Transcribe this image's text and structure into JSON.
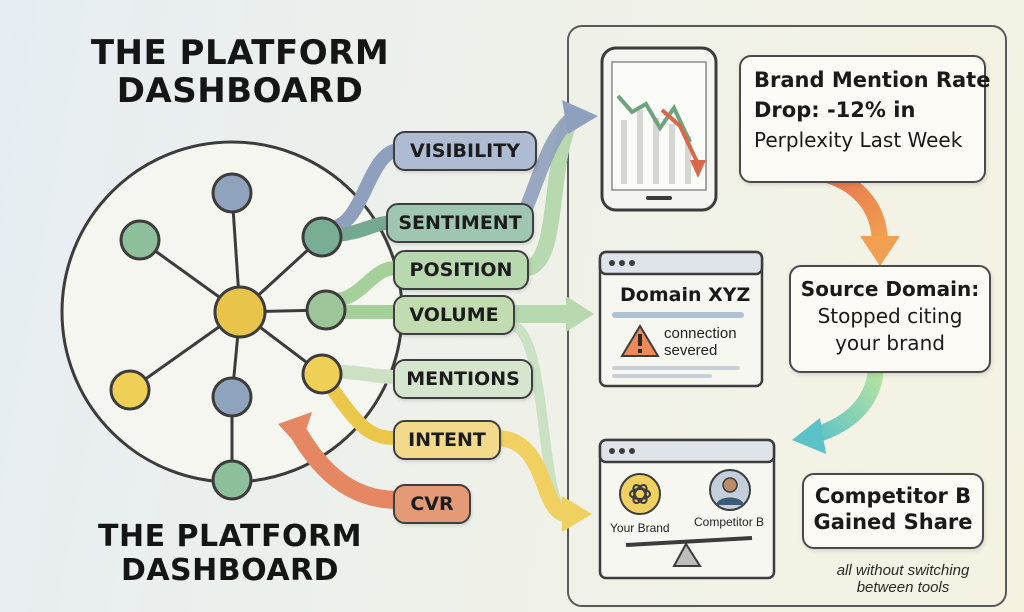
{
  "title_top": "THE PLATFORM DASHBOARD",
  "title_bottom": "THE PLATFORM DASHBOARD",
  "metrics": [
    {
      "label": "VISIBILITY",
      "color": "#aebcd3"
    },
    {
      "label": "SENTIMENT",
      "color": "#9fc6b0"
    },
    {
      "label": "POSITION",
      "color": "#b8d8b0"
    },
    {
      "label": "VOLUME",
      "color": "#c0dcb0"
    },
    {
      "label": "MENTIONS",
      "color": "#d6e6ce"
    },
    {
      "label": "INTENT",
      "color": "#f3d98a"
    },
    {
      "label": "CVR",
      "color": "#e49a76"
    }
  ],
  "alert": {
    "line1": "Brand Mention Rate",
    "line2": "Drop: -12% in",
    "line3": "Perplexity Last Week"
  },
  "domain_card": {
    "title": "Domain XYZ",
    "status_line1": "connection",
    "status_line2": "severed"
  },
  "source": {
    "line1": "Source Domain:",
    "line2": "Stopped citing",
    "line3": "your brand"
  },
  "comparison": {
    "left_label": "Your Brand",
    "right_label": "Competitor B"
  },
  "result": {
    "line1": "Competitor B",
    "line2": "Gained Share"
  },
  "footnote": {
    "line1": "all without switching",
    "line2": "between tools"
  },
  "colors": {
    "hub": "#e8c44a",
    "node_blue": "#8fa3bd",
    "node_green": "#8dbf9a",
    "node_yellow": "#efcf55",
    "outline": "#3c3c3c"
  }
}
